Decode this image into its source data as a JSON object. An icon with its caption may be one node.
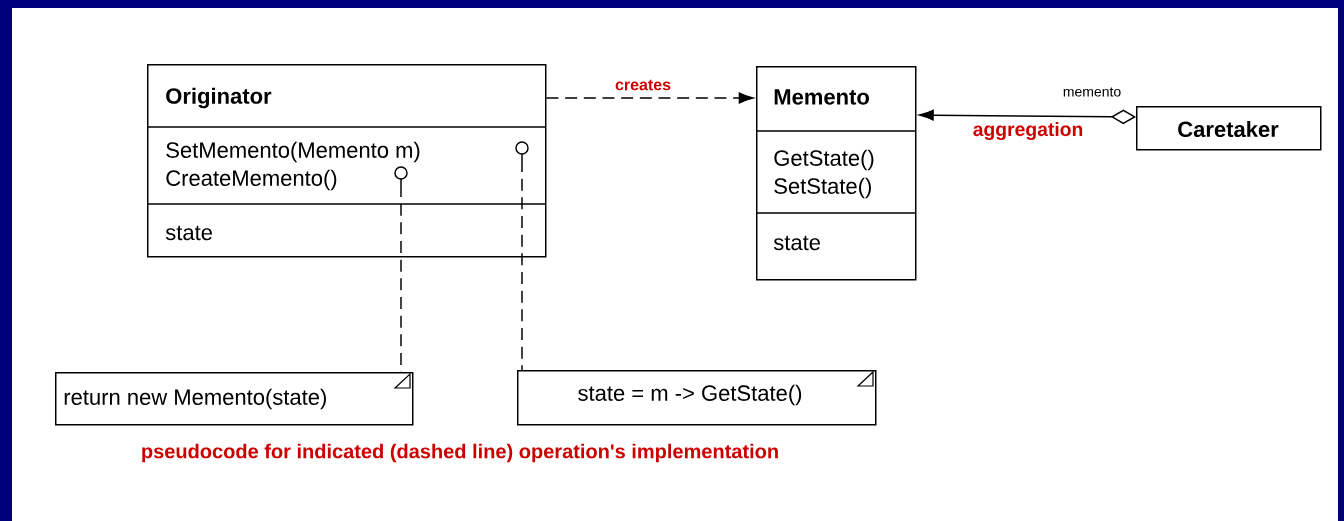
{
  "diagram": {
    "nodes": [
      {
        "text": [
          "Originator",
          "SetMemento(Memento m)",
          "CreateMemento()",
          "state"
        ]
      },
      {
        "text": [
          "Memento",
          "GetState()",
          "SetState()",
          "state"
        ]
      },
      {
        "text": [
          "Caretaker"
        ]
      },
      {
        "text": [
          "return new Memento(state)"
        ]
      },
      {
        "text": [
          "state = m -> GetState()"
        ]
      }
    ],
    "edges": [
      {
        "from": 0,
        "to": 1,
        "arrow": "to",
        "style": "dashed",
        "label": "creates"
      },
      {
        "from": 2,
        "to": 1,
        "arrow": "to",
        "label": "aggregation"
      },
      {
        "from": 0,
        "to": 3,
        "arrow": "none",
        "style": "dashed"
      },
      {
        "from": 0,
        "to": 4,
        "arrow": "none",
        "style": "dashed"
      }
    ],
    "labels": [
      "memento",
      "pseudocode for indicated (dashed line) operation's implementation"
    ]
  }
}
